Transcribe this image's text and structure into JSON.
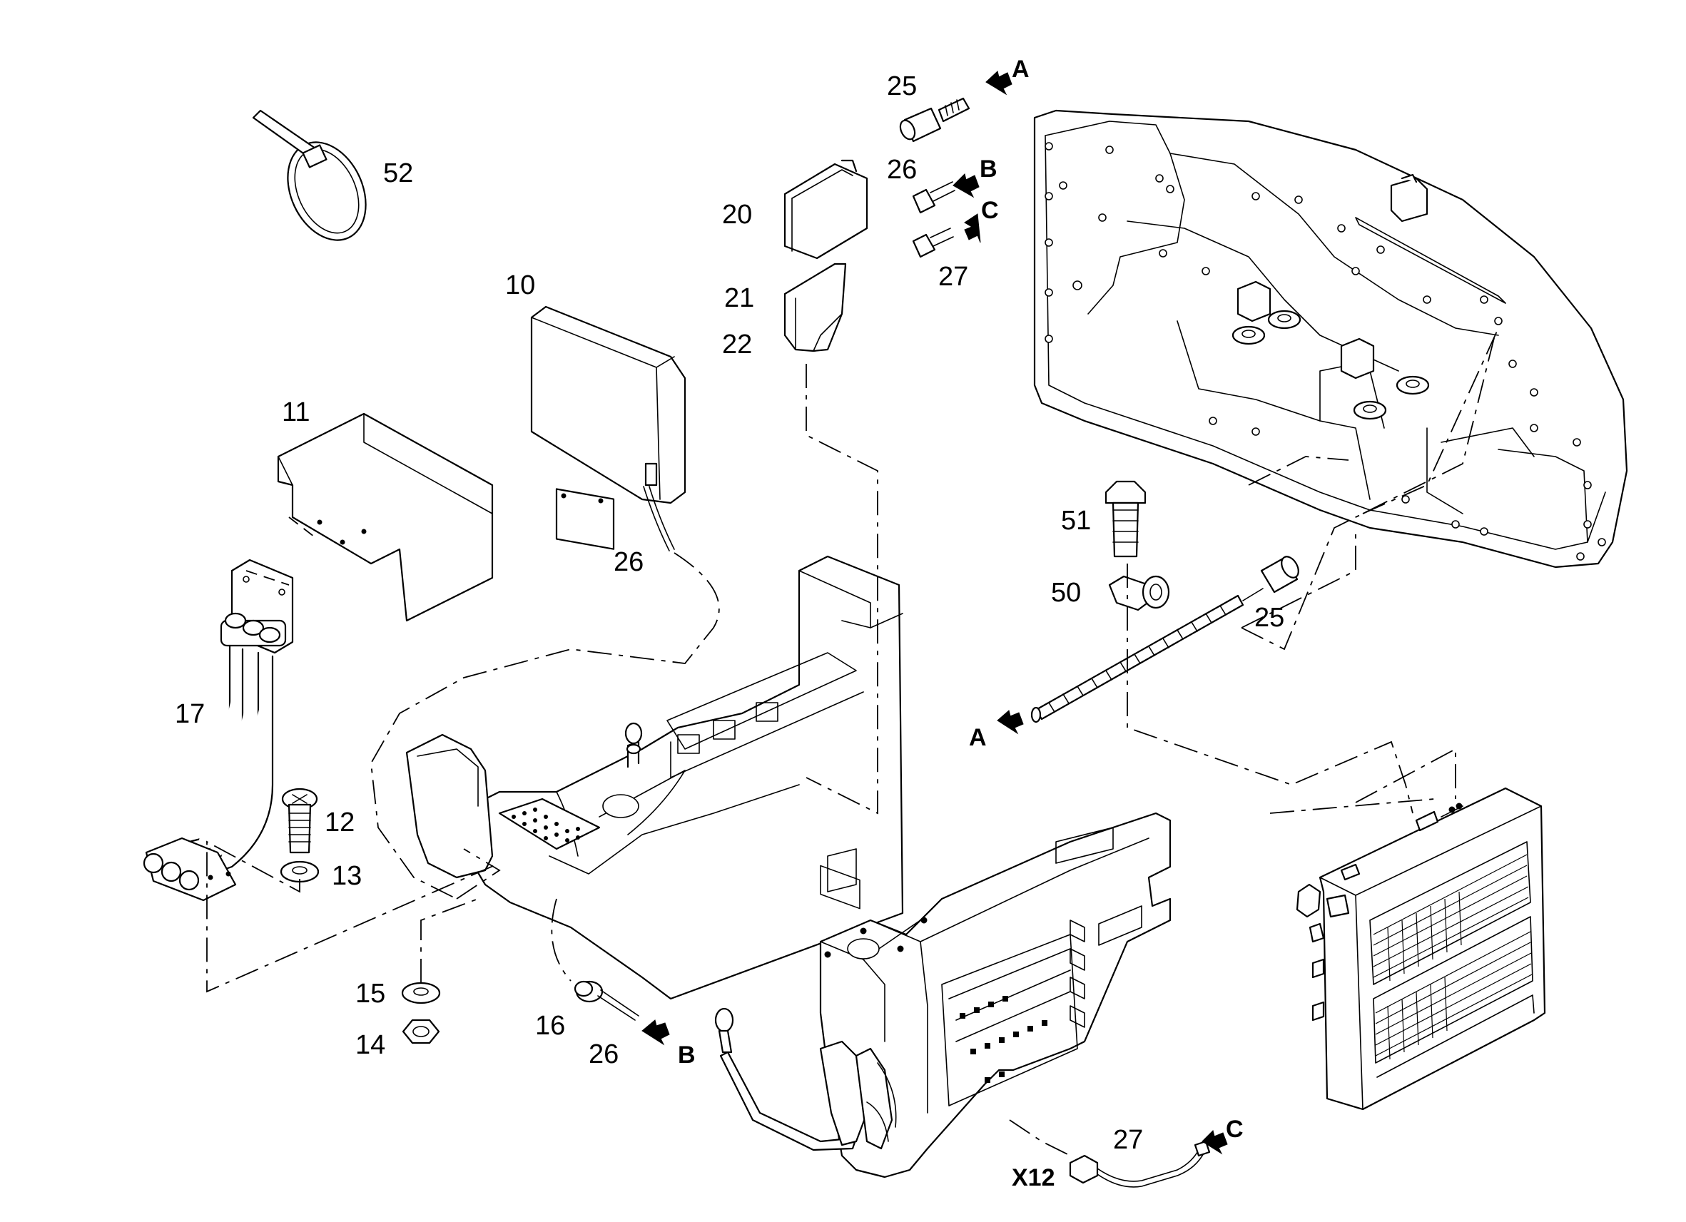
{
  "callouts": {
    "c10": "10",
    "c11": "11",
    "c12": "12",
    "c13": "13",
    "c14": "14",
    "c15": "15",
    "c16": "16",
    "c17": "17",
    "c20": "20",
    "c21": "21",
    "c22": "22",
    "c25_top": "25",
    "c25_right": "25",
    "c26_top": "26",
    "c26_mid": "26",
    "c26_bottom": "26",
    "c27_top": "27",
    "c27_bottom": "27",
    "c50": "50",
    "c51": "51",
    "c52": "52",
    "cX12": "X12"
  },
  "connection_refs": {
    "a_top": "A",
    "a_left": "A",
    "b_top": "B",
    "b_bottom": "B",
    "c_top": "C",
    "c_bottom": "C"
  },
  "icons": {
    "arrow": "filled-arrow-icon"
  }
}
